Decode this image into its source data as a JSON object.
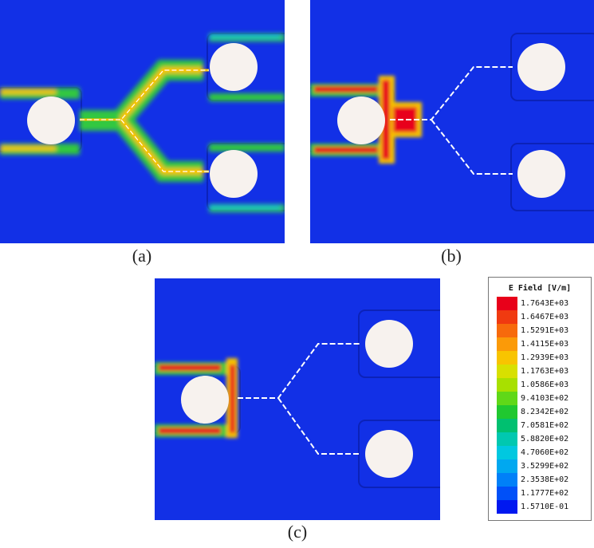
{
  "captions": {
    "a": "(a)",
    "b": "(b)",
    "c": "(c)"
  },
  "legend": {
    "title": "E Field [V/m]",
    "values": [
      "1.7643E+03",
      "1.6467E+03",
      "1.5291E+03",
      "1.4115E+03",
      "1.2939E+03",
      "1.1763E+03",
      "1.0586E+03",
      "9.4103E+02",
      "8.2342E+02",
      "7.0581E+02",
      "5.8820E+02",
      "4.7060E+02",
      "3.5299E+02",
      "2.3538E+02",
      "1.1777E+02",
      "1.5710E-01"
    ],
    "colors": [
      "#e8001a",
      "#f03a10",
      "#f76a0c",
      "#fb9a08",
      "#f8c400",
      "#d8e000",
      "#a8e000",
      "#60d818",
      "#20c830",
      "#00c070",
      "#00c8b0",
      "#00c8e0",
      "#00a8f0",
      "#0080f8",
      "#0050f8",
      "#0018f0"
    ]
  },
  "colors": {
    "field_background": "#1230e6",
    "substrate_outline": "#0c22b8",
    "port_circle": "#f7f2ee",
    "trace": "#ffffff",
    "field_hot": "#e8001a",
    "field_warm": "#f8c400",
    "field_green": "#30c840",
    "field_cyan": "#00c8d8"
  }
}
